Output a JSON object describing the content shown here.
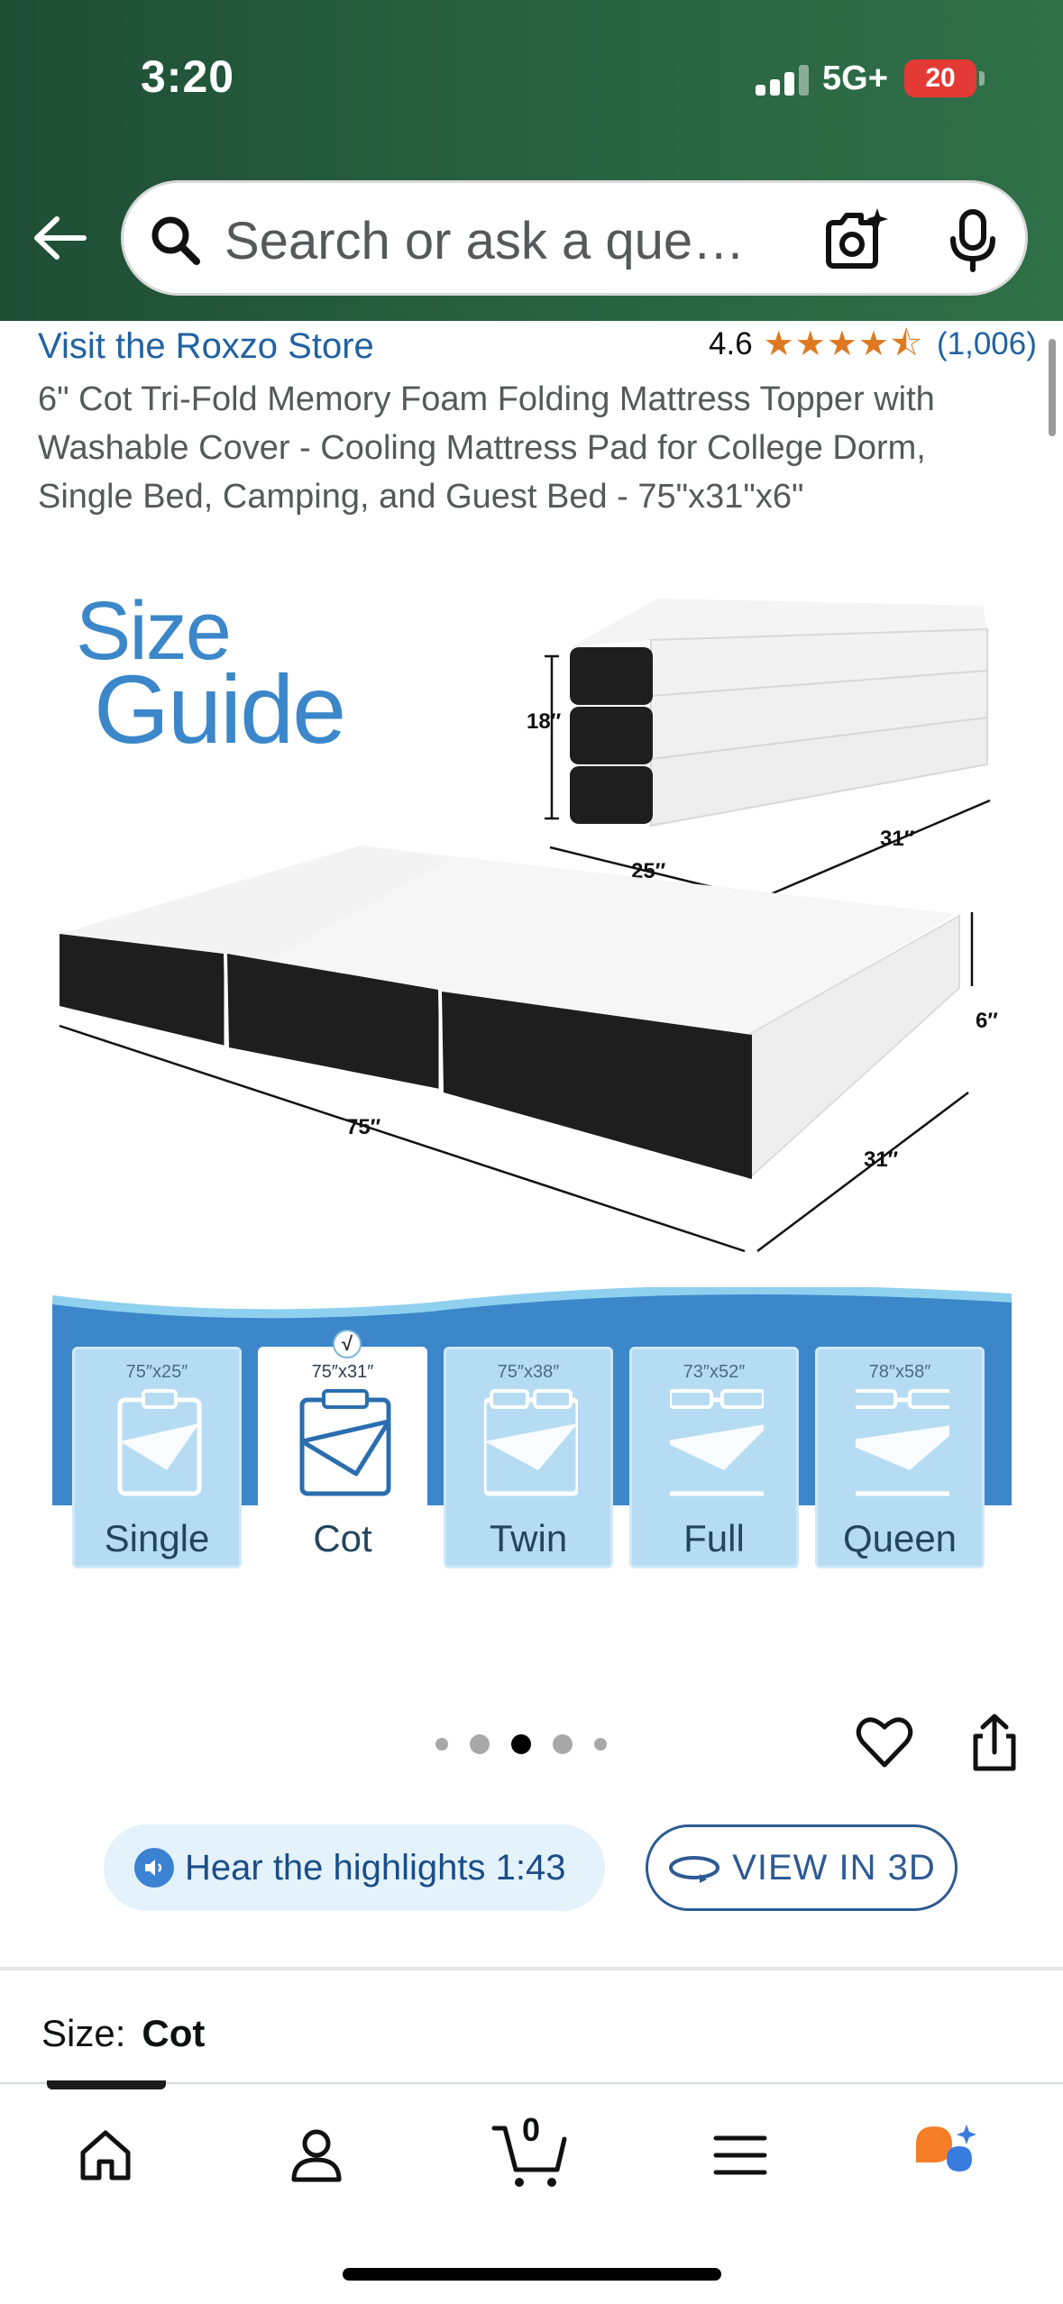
{
  "status_bar": {
    "time": "3:20",
    "network": "5G+",
    "battery": "20",
    "battery_color": "#e53935"
  },
  "header": {
    "back_icon": "arrow-left-icon",
    "search_placeholder": "Search or ask a que…",
    "camera_icon": "camera-sparkle-icon",
    "mic_icon": "microphone-icon",
    "background": "#27603f"
  },
  "product": {
    "store_link": "Visit the Roxzo Store",
    "rating": "4.6",
    "stars": 4.6,
    "rating_count": "(1,006)",
    "title": "6\" Cot Tri-Fold Memory Foam Folding Mattress Topper with Washable Cover - Cooling Mattress Pad for College Dorm, Single Bed, Camping, and Guest Bed - 75\"x31\"x6\""
  },
  "hero_image": {
    "heading_line1": "Size",
    "heading_line2": "Guide",
    "folded_height": "18″",
    "folded_width": "25″",
    "folded_depth": "31″",
    "flat_length": "75″",
    "flat_width": "31″",
    "flat_height": "6″",
    "sizes": [
      {
        "dims": "75″x25″",
        "name": "Single",
        "selected": false
      },
      {
        "dims": "75″x31″",
        "name": "Cot",
        "selected": true
      },
      {
        "dims": "75″x38″",
        "name": "Twin",
        "selected": false
      },
      {
        "dims": "73″x52″",
        "name": "Full",
        "selected": false
      },
      {
        "dims": "78″x58″",
        "name": "Queen",
        "selected": false
      }
    ],
    "check_mark": "√",
    "band_color": "#3b87c9"
  },
  "carousel": {
    "total": 5,
    "active_index": 2
  },
  "actions": {
    "heart_icon": "heart-outline-icon",
    "share_icon": "share-icon",
    "hear_label": "Hear the highlights 1:43",
    "view3d_label": "VIEW IN 3D"
  },
  "size_selector": {
    "label": "Size:",
    "value": "Cot"
  },
  "tabbar": {
    "tabs": [
      "home-icon",
      "account-icon",
      "cart-icon",
      "menu-icon",
      "rufus-icon"
    ],
    "cart_count": "0"
  }
}
